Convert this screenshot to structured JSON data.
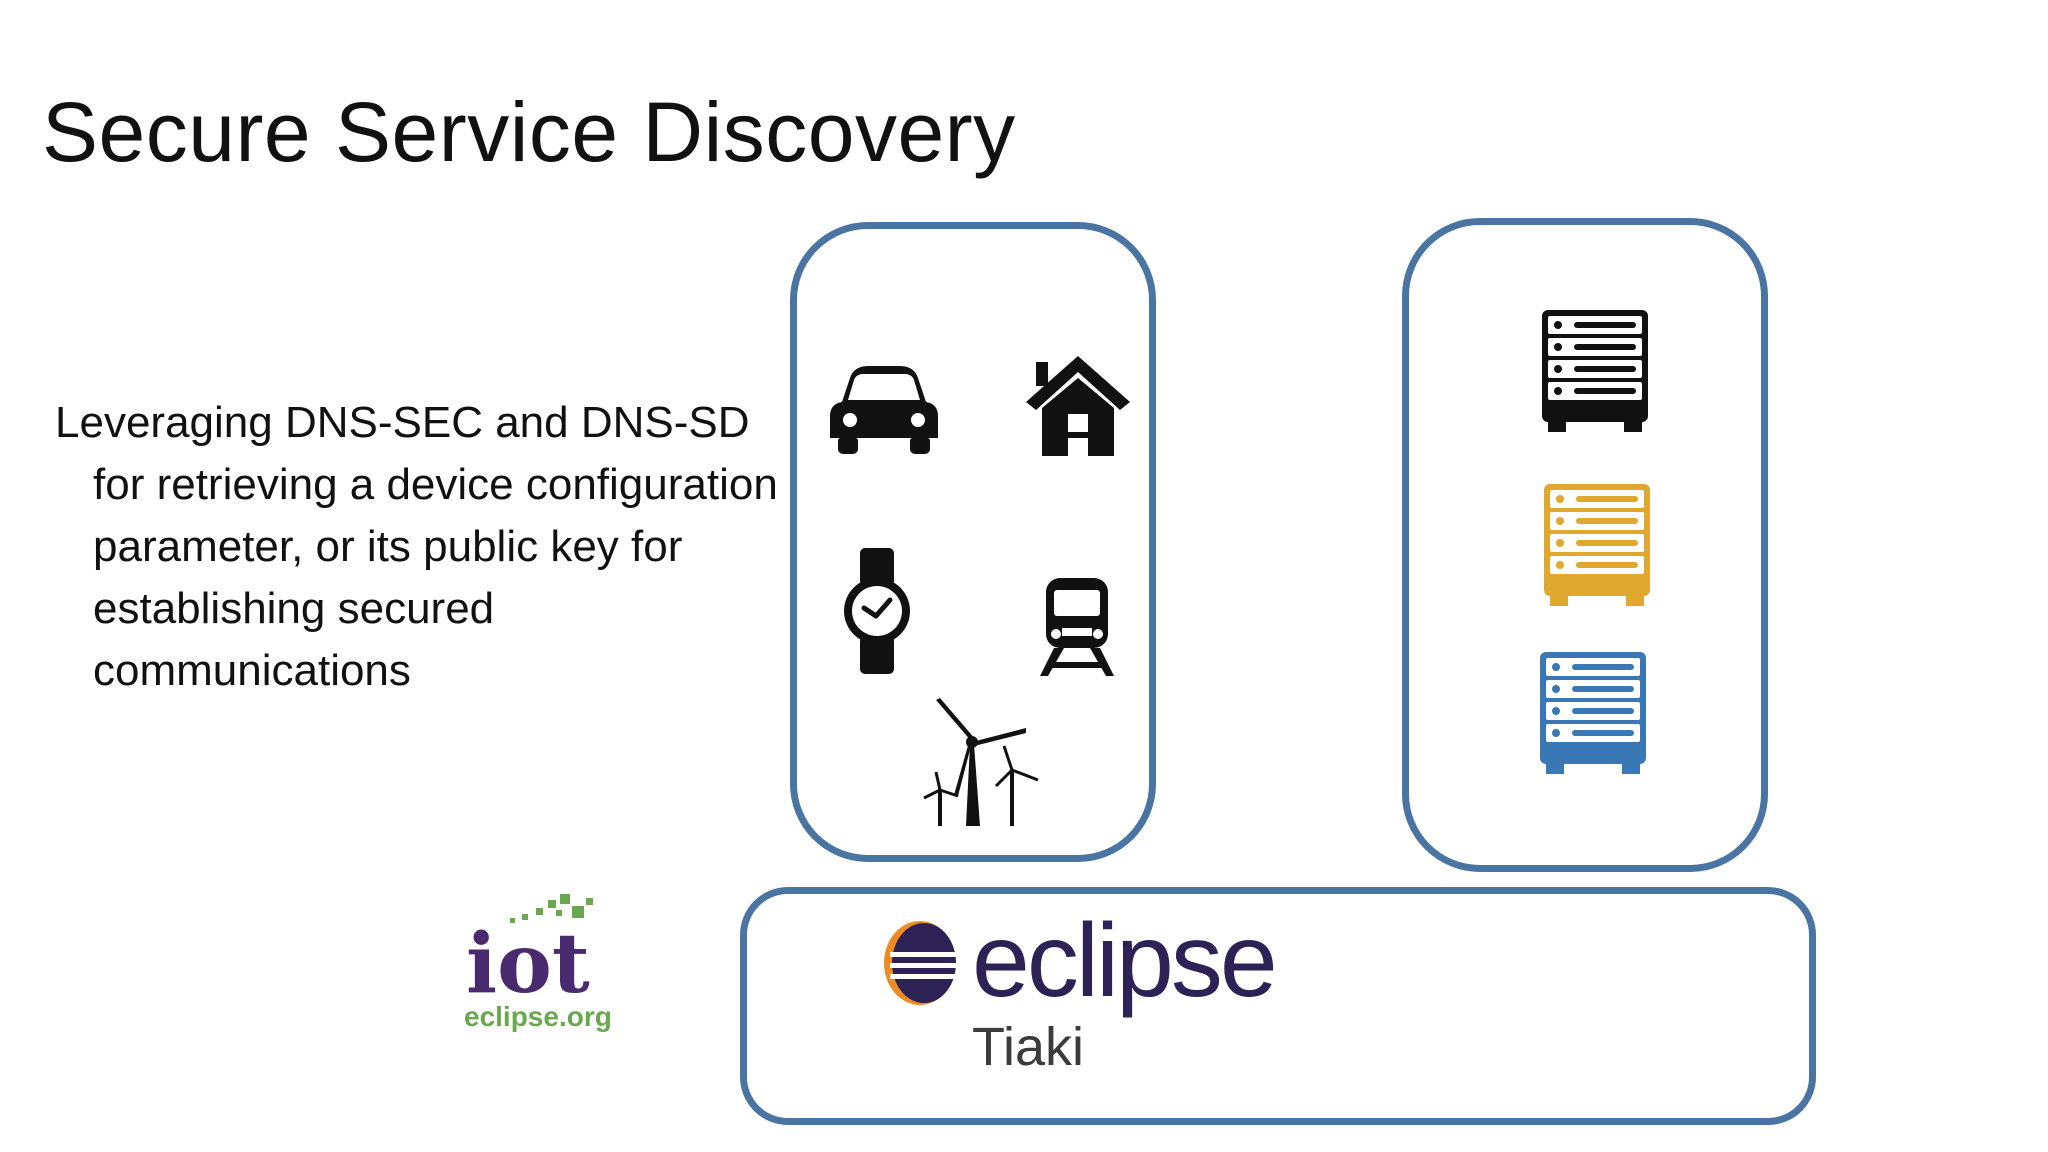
{
  "slide": {
    "title": "Secure Service Discovery",
    "bullet": "Leveraging DNS-SEC and DNS-SD for retrieving a device configuration parameter, or its public key for establishing secured communications"
  },
  "devices": {
    "icons": [
      "car-icon",
      "house-icon",
      "watch-icon",
      "train-icon",
      "wind-turbine-icon"
    ]
  },
  "servers": {
    "icons": [
      "server-black-icon",
      "server-yellow-icon",
      "server-blue-icon"
    ],
    "colors": [
      "#111111",
      "#e0a82e",
      "#3a78b5"
    ]
  },
  "platform": {
    "logo_text": "eclipse",
    "name": "Tiaki"
  },
  "logos": {
    "iot_text": "iot",
    "iot_domain": "eclipse.org"
  },
  "colors": {
    "box_border": "#4a75a3",
    "eclipse_navy": "#2c2255",
    "eclipse_orange": "#f08a24",
    "iot_purple": "#4a2a6e",
    "iot_green": "#6aa84f"
  }
}
